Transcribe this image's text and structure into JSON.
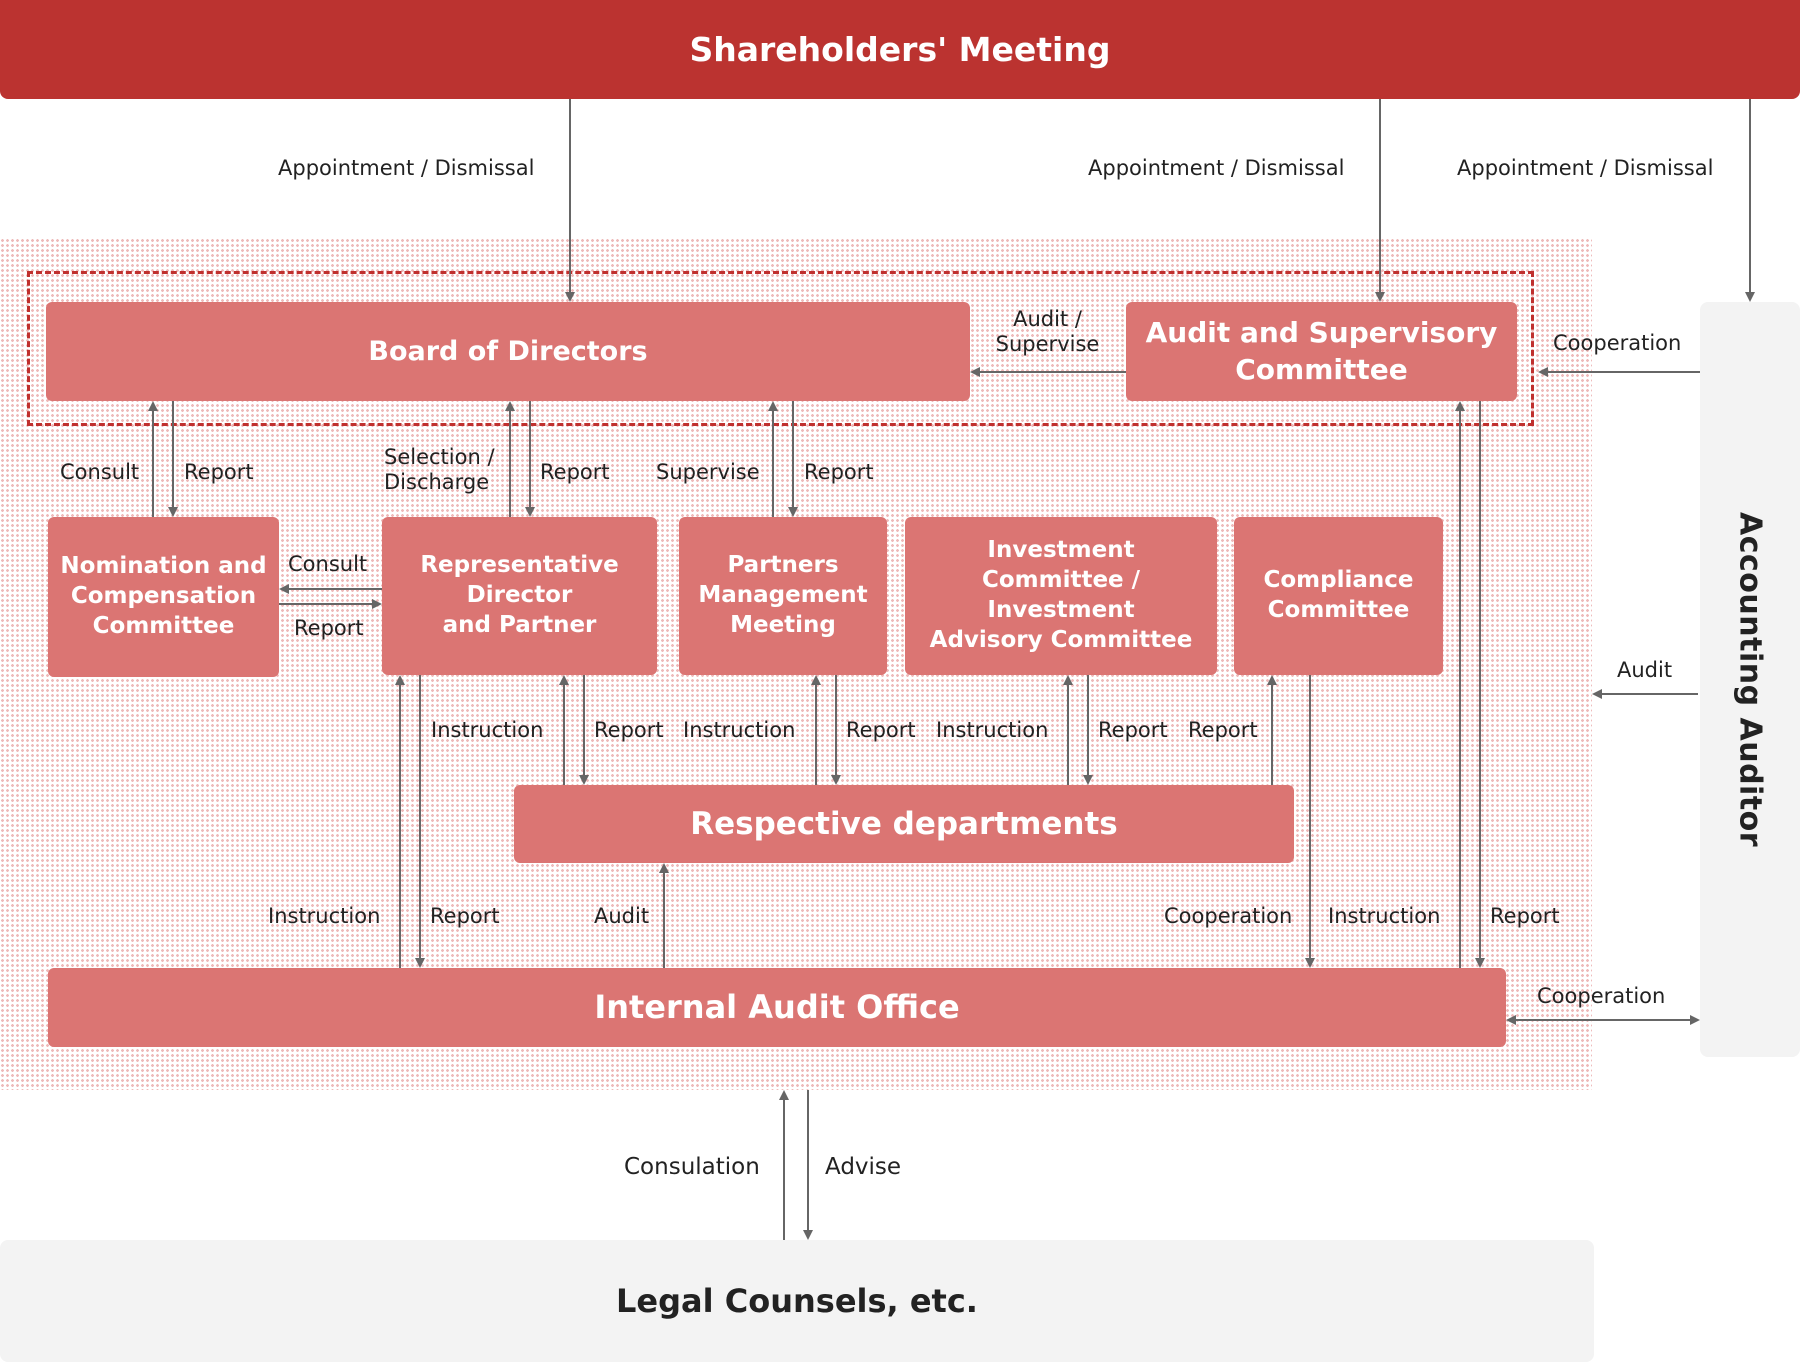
{
  "nodes": {
    "shareholders": "Shareholders' Meeting",
    "board": "Board of Directors",
    "audit_supervisory": [
      "Audit and Supervisory",
      "Committee"
    ],
    "accounting_auditor": "Accounting Auditor",
    "nomination": [
      "Nomination and",
      "Compensation",
      "Committee"
    ],
    "representative": [
      "Representative",
      "Director",
      "and Partner"
    ],
    "partners": [
      "Partners",
      "Management",
      "Meeting"
    ],
    "investment": [
      "Investment",
      "Committee /",
      "Investment",
      "Advisory Committee"
    ],
    "compliance": [
      "Compliance",
      "Committee"
    ],
    "departments": "Respective departments",
    "internal_audit": "Internal Audit Office",
    "legal": "Legal Counsels, etc."
  },
  "labels": {
    "appoint_board": "Appointment / Dismissal",
    "appoint_audit": "Appointment / Dismissal",
    "appoint_accounting": "Appointment / Dismissal",
    "audit_supervise": [
      "Audit /",
      "Supervise"
    ],
    "cooperation_top": "Cooperation",
    "nom_consult": "Consult",
    "nom_report": "Report",
    "selection": [
      "Selection /",
      "Discharge"
    ],
    "rep_report": "Report",
    "supervise": "Supervise",
    "partners_report": "Report",
    "side_consult": "Consult",
    "side_report": "Report",
    "rep_instruction": "Instruction",
    "rep_dept_report": "Report",
    "partners_instruction": "Instruction",
    "partners_dept_report": "Report",
    "invest_instruction": "Instruction",
    "invest_report": "Report",
    "compliance_report": "Report",
    "audit_right": "Audit",
    "ia_instruction": "Instruction",
    "ia_report": "Report",
    "ia_audit": "Audit",
    "ia_cooperation": "Cooperation",
    "asc_instruction": "Instruction",
    "asc_report": "Report",
    "cooperation_bottom": "Cooperation",
    "consultation": "Consulation",
    "advise": "Advise"
  },
  "colors": {
    "primary": "#bb3330",
    "box": "#db7573",
    "neutral": "#f3f3f3",
    "arrow": "#666666"
  }
}
